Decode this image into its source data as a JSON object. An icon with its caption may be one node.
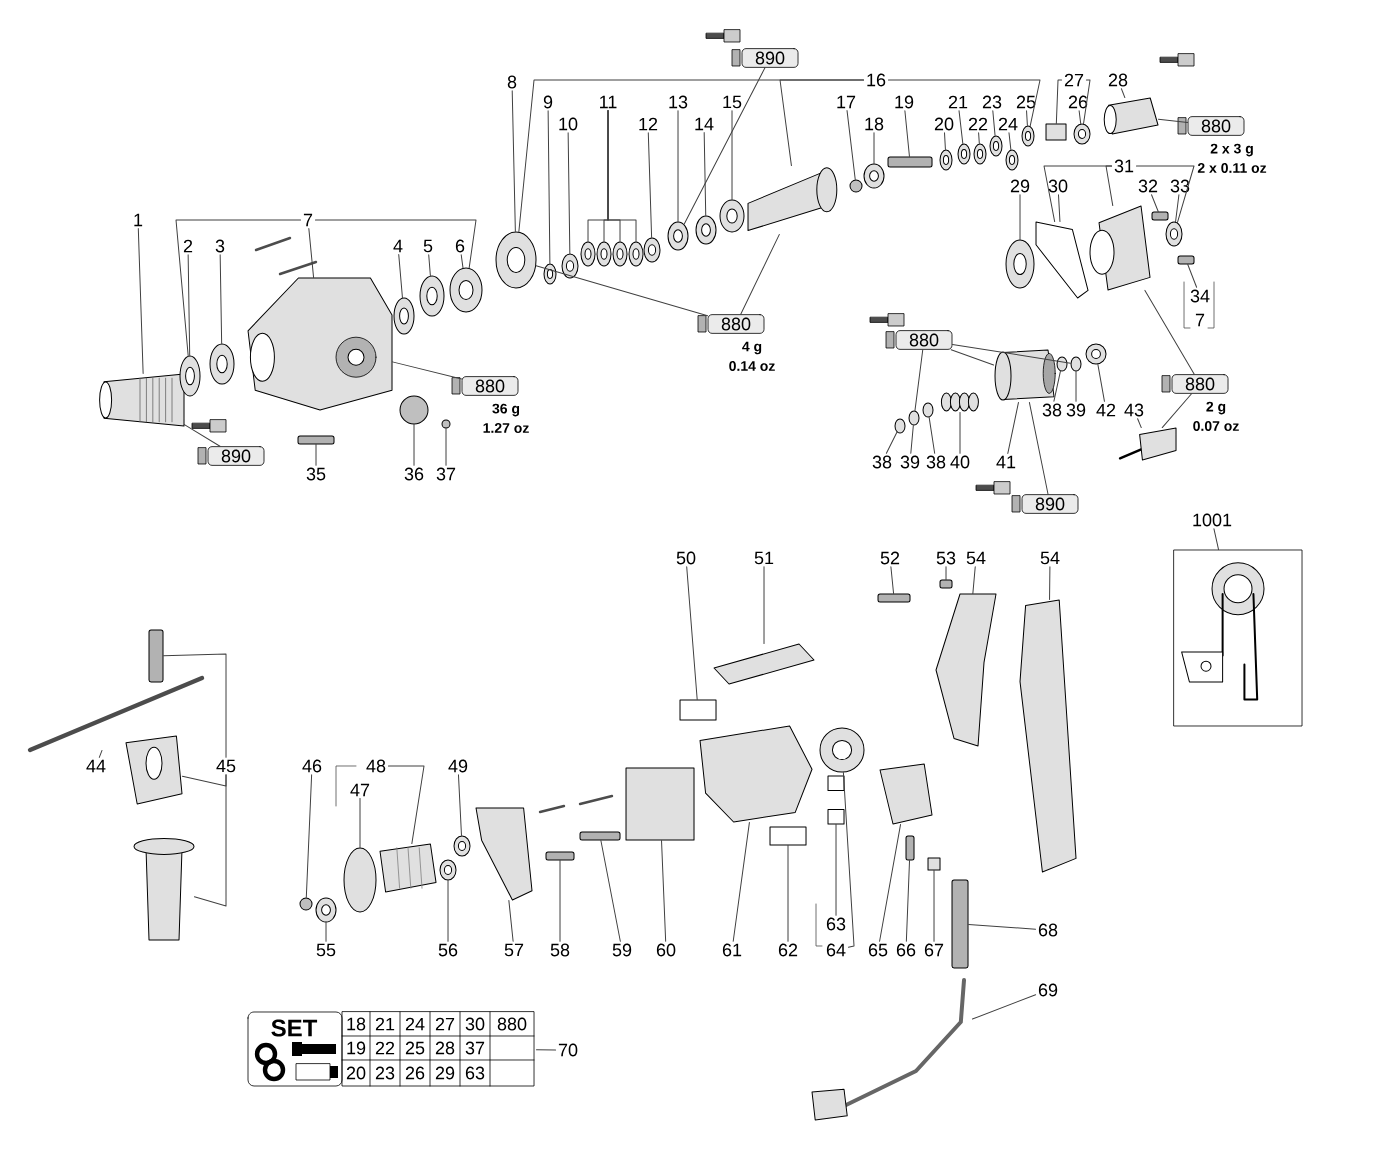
{
  "diagram": {
    "nodes": [
      {
        "text": [
          "890"
        ]
      },
      {
        "text": [
          "1"
        ]
      },
      {
        "text": [
          "7"
        ]
      },
      {
        "text": [
          "2"
        ]
      },
      {
        "text": [
          "3"
        ]
      },
      {
        "text": [
          "4"
        ]
      },
      {
        "text": [
          "5"
        ]
      },
      {
        "text": [
          "6"
        ]
      },
      {
        "text": [
          "8"
        ]
      },
      {
        "text": [
          "16"
        ]
      },
      {
        "text": [
          "9"
        ]
      },
      {
        "text": [
          "11"
        ]
      },
      {
        "text": [
          "13"
        ]
      },
      {
        "text": [
          "15"
        ]
      },
      {
        "text": [
          "17"
        ]
      },
      {
        "text": [
          "19"
        ]
      },
      {
        "text": [
          "21"
        ]
      },
      {
        "text": [
          "23"
        ]
      },
      {
        "text": [
          "25"
        ]
      },
      {
        "text": [
          "26"
        ]
      },
      {
        "text": [
          "28"
        ]
      },
      {
        "text": [
          "10"
        ]
      },
      {
        "text": [
          "12"
        ]
      },
      {
        "text": [
          "14"
        ]
      },
      {
        "text": [
          "18"
        ]
      },
      {
        "text": [
          "20"
        ]
      },
      {
        "text": [
          "22"
        ]
      },
      {
        "text": [
          "24"
        ]
      },
      {
        "text": [
          "880"
        ],
        "beside": [
          "2 x 3 g",
          "2 x 0.11 oz"
        ]
      },
      {
        "text": [
          "31"
        ]
      },
      {
        "text": [
          "29"
        ]
      },
      {
        "text": [
          "30"
        ]
      },
      {
        "text": [
          "32"
        ]
      },
      {
        "text": [
          "33"
        ]
      },
      {
        "text": [
          "34"
        ]
      },
      {
        "text": [
          "880"
        ],
        "beside": [
          "4 g",
          "0.14 oz"
        ]
      },
      {
        "text": [
          "880"
        ]
      },
      {
        "text": [
          "880"
        ],
        "beside": [
          "36 g",
          "1.27 oz"
        ]
      },
      {
        "text": [
          "880"
        ],
        "beside": [
          "2 g",
          "0.07 oz"
        ]
      },
      {
        "text": [
          "38"
        ]
      },
      {
        "text": [
          "39"
        ]
      },
      {
        "text": [
          "42"
        ]
      },
      {
        "text": [
          "43"
        ]
      },
      {
        "text": [
          "890"
        ]
      },
      {
        "text": [
          "38"
        ]
      },
      {
        "text": [
          "39"
        ]
      },
      {
        "text": [
          "38"
        ]
      },
      {
        "text": [
          "40"
        ]
      },
      {
        "text": [
          "41"
        ]
      },
      {
        "text": [
          "35"
        ]
      },
      {
        "text": [
          "36"
        ]
      },
      {
        "text": [
          "37"
        ]
      },
      {
        "text": [
          "890"
        ]
      },
      {
        "text": [
          "1001"
        ]
      },
      {
        "text": [],
        "shape": "picture"
      },
      {
        "text": [
          "50"
        ]
      },
      {
        "text": [
          "51"
        ]
      },
      {
        "text": [
          "52"
        ]
      },
      {
        "text": [
          "53"
        ]
      },
      {
        "text": [
          "54"
        ]
      },
      {
        "text": [
          "54"
        ]
      },
      {
        "text": [
          "44"
        ]
      },
      {
        "text": [
          "45"
        ]
      },
      {
        "text": [
          "46"
        ]
      },
      {
        "text": [
          "49"
        ]
      },
      {
        "text": [
          "47"
        ]
      },
      {
        "text": [
          "63"
        ]
      },
      {
        "text": [
          "68"
        ]
      },
      {
        "text": [
          "55"
        ]
      },
      {
        "text": [
          "56"
        ]
      },
      {
        "text": [
          "57"
        ]
      },
      {
        "text": [
          "58"
        ]
      },
      {
        "text": [
          "59"
        ]
      },
      {
        "text": [
          "60"
        ]
      },
      {
        "text": [
          "61"
        ]
      },
      {
        "text": [
          "62"
        ]
      },
      {
        "text": [
          "64"
        ]
      },
      {
        "text": [
          "65"
        ]
      },
      {
        "text": [
          "66"
        ]
      },
      {
        "text": [
          "67"
        ]
      },
      {
        "text": [
          "69"
        ]
      },
      {
        "text": [
          "70"
        ]
      },
      {
        "text": [
          "27"
        ]
      },
      {
        "text": [
          "48"
        ]
      },
      {
        "text": [],
        "shape": "circle"
      },
      {
        "text": [],
        "shape": "picture"
      },
      {
        "text": [],
        "shape": "picture"
      },
      {
        "text": [],
        "shape": "circle"
      },
      {
        "text": [],
        "shape": "circle"
      },
      {
        "text": [],
        "shape": "circle"
      },
      {
        "text": [],
        "shape": "circle"
      },
      {
        "text": [],
        "shape": "circle"
      },
      {
        "text": [],
        "shape": "circle"
      },
      {
        "text": [],
        "shape": "cylinder"
      },
      {
        "text": [],
        "shape": "circle"
      },
      {
        "text": [],
        "shape": "circle"
      },
      {
        "text": [],
        "shape": "circle"
      },
      {
        "text": [],
        "shape": "circle"
      },
      {
        "text": [],
        "shape": "circle"
      },
      {
        "text": [],
        "shape": "circle"
      },
      {
        "text": [],
        "shape": "circle"
      },
      {
        "text": [],
        "shape": "circle"
      },
      {
        "text": [],
        "shape": "bar"
      },
      {
        "text": [],
        "shape": "circle"
      },
      {
        "text": [],
        "shape": "circle"
      },
      {
        "text": [],
        "shape": "circle"
      },
      {
        "text": [],
        "shape": "circle"
      },
      {
        "text": [],
        "shape": "picture"
      },
      {
        "text": [],
        "shape": "circle"
      },
      {
        "text": [],
        "shape": "circle"
      },
      {
        "text": [],
        "shape": "circle"
      },
      {
        "text": [],
        "shape": "circle"
      },
      {
        "text": [],
        "shape": "circle"
      },
      {
        "text": [],
        "shape": "circle"
      },
      {
        "text": [],
        "shape": "picture"
      },
      {
        "text": [],
        "shape": "circle"
      },
      {
        "text": [],
        "shape": "picture"
      },
      {
        "text": [],
        "shape": "bar"
      },
      {
        "text": [],
        "shape": "circle"
      },
      {
        "text": [],
        "shape": "bar"
      },
      {
        "text": [],
        "shape": "circle"
      },
      {
        "text": [],
        "shape": "circle"
      },
      {
        "text": [],
        "shape": "circle"
      },
      {
        "text": [],
        "shape": "picture"
      },
      {
        "text": [],
        "shape": "picture"
      },
      {
        "text": [],
        "shape": "circle"
      },
      {
        "text": [],
        "shape": "circle"
      },
      {
        "text": [],
        "shape": "circle"
      },
      {
        "text": [],
        "shape": "cylinder"
      },
      {
        "text": [],
        "shape": "bar"
      },
      {
        "text": [],
        "shape": "circle"
      },
      {
        "text": [],
        "shape": "circle"
      },
      {
        "text": [],
        "shape": "box"
      },
      {
        "text": [],
        "shape": "picture"
      },
      {
        "text": [],
        "shape": "bar"
      },
      {
        "text": [],
        "shape": "bar"
      },
      {
        "text": [],
        "shape": "picture"
      },
      {
        "text": [],
        "shape": "picture"
      },
      {
        "text": [],
        "shape": "picture"
      },
      {
        "text": [],
        "shape": "bar"
      },
      {
        "text": [],
        "shape": "picture"
      },
      {
        "text": [],
        "shape": "cylinder"
      },
      {
        "text": [],
        "shape": "circle"
      },
      {
        "text": [],
        "shape": "circle"
      },
      {
        "text": [],
        "shape": "circle"
      },
      {
        "text": [],
        "shape": "picture"
      },
      {
        "text": [],
        "shape": "bar"
      },
      {
        "text": [],
        "shape": "picture"
      },
      {
        "text": [],
        "shape": "circle"
      },
      {
        "text": [],
        "shape": "circle"
      },
      {
        "text": [],
        "shape": "picture"
      },
      {
        "text": [],
        "shape": "bar"
      },
      {
        "text": [],
        "shape": "bar"
      },
      {
        "text": [],
        "shape": "box"
      },
      {
        "text": [],
        "shape": "picture"
      },
      {
        "text": [],
        "shape": "box"
      },
      {
        "text": [],
        "shape": "circle"
      },
      {
        "text": [],
        "shape": "picture"
      },
      {
        "text": [],
        "shape": "bar"
      },
      {
        "text": [],
        "shape": "box"
      },
      {
        "text": [],
        "shape": "picture"
      },
      {
        "text": [],
        "shape": "box"
      },
      {
        "text": [],
        "shape": "picture"
      }
    ],
    "edges": [
      {
        "from": 0,
        "to": 84,
        "arrow": "none"
      },
      {
        "from": 1,
        "to": 85,
        "arrow": "none"
      },
      {
        "from": 2,
        "to": 86,
        "arrow": "none"
      },
      {
        "from": 3,
        "to": 87,
        "arrow": "none"
      },
      {
        "from": 4,
        "to": 88,
        "arrow": "none"
      },
      {
        "from": 5,
        "to": 89,
        "arrow": "none"
      },
      {
        "from": 6,
        "to": 90,
        "arrow": "none"
      },
      {
        "from": 7,
        "to": 91,
        "arrow": "none"
      },
      {
        "from": 8,
        "to": 92,
        "arrow": "none"
      },
      {
        "from": 9,
        "to": 93,
        "arrow": "none"
      },
      {
        "from": 10,
        "to": 94,
        "arrow": "none"
      },
      {
        "from": 11,
        "to": 95,
        "arrow": "none"
      },
      {
        "from": 11,
        "to": 96,
        "arrow": "none"
      },
      {
        "from": 11,
        "to": 97,
        "arrow": "none"
      },
      {
        "from": 11,
        "to": 98,
        "arrow": "none"
      },
      {
        "from": 12,
        "to": 84,
        "arrow": "none"
      },
      {
        "from": 13,
        "to": 99,
        "arrow": "none"
      },
      {
        "from": 14,
        "to": 100,
        "arrow": "none"
      },
      {
        "from": 15,
        "to": 102,
        "arrow": "none"
      },
      {
        "from": 16,
        "to": 103,
        "arrow": "none"
      },
      {
        "from": 17,
        "to": 104,
        "arrow": "none"
      },
      {
        "from": 18,
        "to": 105,
        "arrow": "none"
      },
      {
        "from": 19,
        "to": 106,
        "arrow": "none"
      },
      {
        "from": 20,
        "to": 107,
        "arrow": "none"
      },
      {
        "from": 21,
        "to": 108,
        "arrow": "none"
      },
      {
        "from": 22,
        "to": 109,
        "arrow": "none"
      },
      {
        "from": 23,
        "to": 110,
        "arrow": "none"
      },
      {
        "from": 24,
        "to": 101,
        "arrow": "none"
      },
      {
        "from": 25,
        "to": 111,
        "arrow": "none"
      },
      {
        "from": 26,
        "to": 112,
        "arrow": "none"
      },
      {
        "from": 27,
        "to": 113,
        "arrow": "none"
      },
      {
        "from": 28,
        "to": 107,
        "arrow": "none"
      },
      {
        "from": 29,
        "to": 114,
        "arrow": "none"
      },
      {
        "from": 30,
        "to": 115,
        "arrow": "none"
      },
      {
        "from": 31,
        "to": 116,
        "arrow": "none"
      },
      {
        "from": 32,
        "to": 117,
        "arrow": "none"
      },
      {
        "from": 33,
        "to": 118,
        "arrow": "none"
      },
      {
        "from": 34,
        "to": 119,
        "arrow": "none"
      },
      {
        "from": 35,
        "to": 92,
        "arrow": "none"
      },
      {
        "from": 35,
        "to": 93,
        "arrow": "none"
      },
      {
        "from": 36,
        "to": 121,
        "arrow": "none"
      },
      {
        "from": 36,
        "to": 124,
        "arrow": "none"
      },
      {
        "from": 36,
        "to": 126,
        "arrow": "none"
      },
      {
        "from": 37,
        "to": 86,
        "arrow": "none"
      },
      {
        "from": 38,
        "to": 114,
        "arrow": "none"
      },
      {
        "from": 38,
        "to": 128,
        "arrow": "none"
      },
      {
        "from": 39,
        "to": 125,
        "arrow": "none"
      },
      {
        "from": 40,
        "to": 126,
        "arrow": "none"
      },
      {
        "from": 41,
        "to": 127,
        "arrow": "none"
      },
      {
        "from": 42,
        "to": 128,
        "arrow": "none"
      },
      {
        "from": 43,
        "to": 85,
        "arrow": "none"
      },
      {
        "from": 44,
        "to": 120,
        "arrow": "none"
      },
      {
        "from": 45,
        "to": 121,
        "arrow": "none"
      },
      {
        "from": 46,
        "to": 122,
        "arrow": "none"
      },
      {
        "from": 47,
        "to": 123,
        "arrow": "none"
      },
      {
        "from": 48,
        "to": 124,
        "arrow": "none"
      },
      {
        "from": 49,
        "to": 129,
        "arrow": "none"
      },
      {
        "from": 50,
        "to": 130,
        "arrow": "none"
      },
      {
        "from": 51,
        "to": 131,
        "arrow": "none"
      },
      {
        "from": 52,
        "to": 124,
        "arrow": "none"
      },
      {
        "from": 53,
        "to": 54,
        "arrow": "none"
      },
      {
        "from": 55,
        "to": 132,
        "arrow": "none"
      },
      {
        "from": 56,
        "to": 133,
        "arrow": "none"
      },
      {
        "from": 57,
        "to": 134,
        "arrow": "none"
      },
      {
        "from": 58,
        "to": 135,
        "arrow": "none"
      },
      {
        "from": 59,
        "to": 136,
        "arrow": "none"
      },
      {
        "from": 60,
        "to": 137,
        "arrow": "none"
      },
      {
        "from": 61,
        "to": 138,
        "arrow": "none"
      },
      {
        "from": 62,
        "to": 139,
        "arrow": "none"
      },
      {
        "from": 62,
        "to": 140,
        "arrow": "none"
      },
      {
        "from": 62,
        "to": 141,
        "arrow": "none"
      },
      {
        "from": 63,
        "to": 142,
        "arrow": "none"
      },
      {
        "from": 64,
        "to": 143,
        "arrow": "none"
      },
      {
        "from": 65,
        "to": 144,
        "arrow": "none"
      },
      {
        "from": 66,
        "to": 145,
        "arrow": "none"
      },
      {
        "from": 67,
        "to": 146,
        "arrow": "none"
      },
      {
        "from": 68,
        "to": 148,
        "arrow": "none"
      },
      {
        "from": 69,
        "to": 149,
        "arrow": "none"
      },
      {
        "from": 70,
        "to": 150,
        "arrow": "none"
      },
      {
        "from": 71,
        "to": 151,
        "arrow": "none"
      },
      {
        "from": 72,
        "to": 152,
        "arrow": "none"
      },
      {
        "from": 73,
        "to": 153,
        "arrow": "none"
      },
      {
        "from": 74,
        "to": 154,
        "arrow": "none"
      },
      {
        "from": 75,
        "to": 155,
        "arrow": "none"
      },
      {
        "from": 76,
        "to": 156,
        "arrow": "none"
      },
      {
        "from": 77,
        "to": 157,
        "arrow": "none"
      },
      {
        "from": 78,
        "to": 158,
        "arrow": "none"
      },
      {
        "from": 79,
        "to": 159,
        "arrow": "none"
      },
      {
        "from": 80,
        "to": 147,
        "arrow": "none"
      },
      {
        "from": 81,
        "to": 160,
        "arrow": "none"
      },
      {
        "from": 2,
        "to": 87,
        "arrow": "none"
      },
      {
        "from": 2,
        "to": 91,
        "arrow": "none"
      },
      {
        "from": 9,
        "to": 92,
        "arrow": "none"
      },
      {
        "from": 9,
        "to": 105,
        "arrow": "none"
      },
      {
        "from": 82,
        "to": 161,
        "arrow": "none"
      },
      {
        "from": 82,
        "to": 106,
        "arrow": "none"
      },
      {
        "from": 29,
        "to": 116,
        "arrow": "none"
      },
      {
        "from": 29,
        "to": 118,
        "arrow": "none"
      },
      {
        "from": 83,
        "to": 162,
        "arrow": "none"
      }
    ],
    "labels": [
      "7",
      "SET",
      "18",
      "21",
      "24",
      "27",
      "30",
      "880",
      "19",
      "22",
      "25",
      "28",
      "37",
      "20",
      "23",
      "26",
      "29",
      "63"
    ]
  }
}
